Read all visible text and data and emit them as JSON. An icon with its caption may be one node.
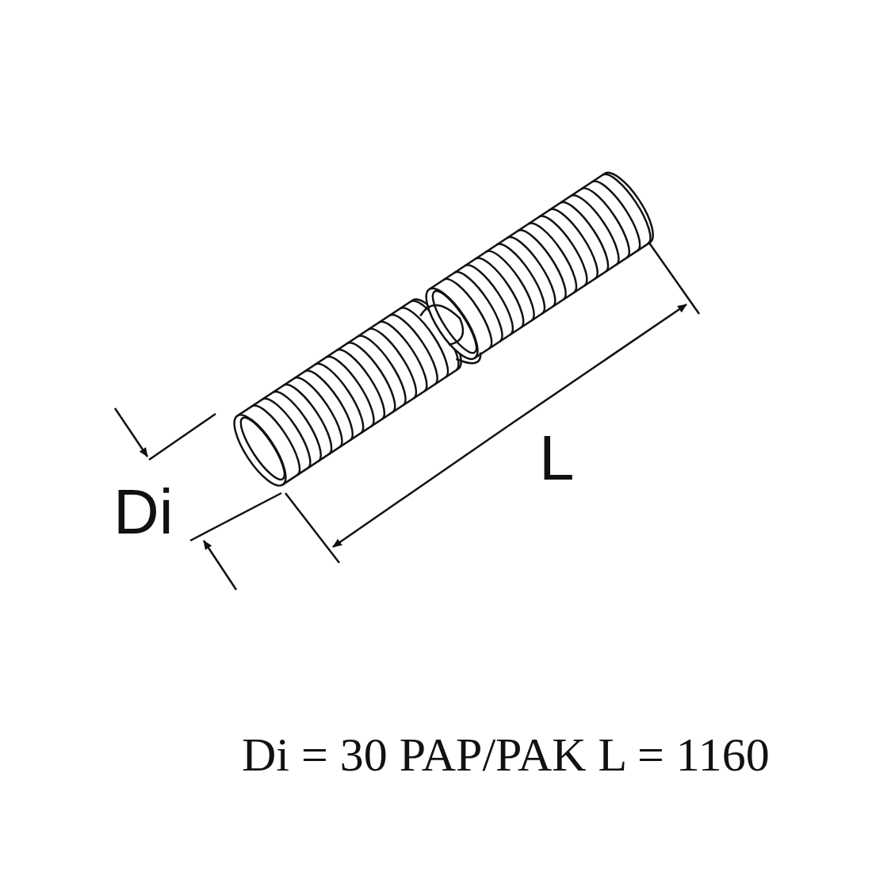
{
  "diagram": {
    "labels": [
      "Di",
      "L",
      "Di = 30 PAP/PAK L = 1160"
    ]
  }
}
